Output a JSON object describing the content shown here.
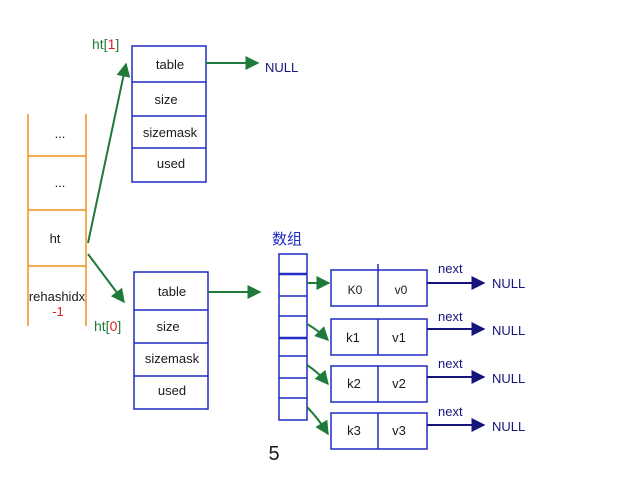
{
  "colors": {
    "orange": "#f0901c",
    "blue": "#1f2bc4",
    "navy": "#14147a",
    "green": "#1f7a3a",
    "red": "#e02020",
    "dark": "#1a1a1a"
  },
  "dict": {
    "cells": [
      "...",
      "...",
      "ht",
      "rehashidx"
    ],
    "rehashidx_value": "-1"
  },
  "ht1": {
    "label_prefix": "ht[",
    "label_index": "1",
    "label_suffix": "]",
    "fields": [
      "table",
      "size",
      "sizemask",
      "used"
    ],
    "null_label": "NULL"
  },
  "ht0": {
    "label_prefix": "ht[",
    "label_index": "0",
    "label_suffix": "]",
    "fields": [
      "table",
      "size",
      "sizemask",
      "used"
    ]
  },
  "array_label": "数组",
  "entries": [
    {
      "key": "K0",
      "value": "v0",
      "next": "next",
      "null": "NULL"
    },
    {
      "key": "k1",
      "value": "v1",
      "next": "next",
      "null": "NULL"
    },
    {
      "key": "k2",
      "value": "v2",
      "next": "next",
      "null": "NULL"
    },
    {
      "key": "k3",
      "value": "v3",
      "next": "next",
      "null": "NULL"
    }
  ],
  "page_number": "5"
}
